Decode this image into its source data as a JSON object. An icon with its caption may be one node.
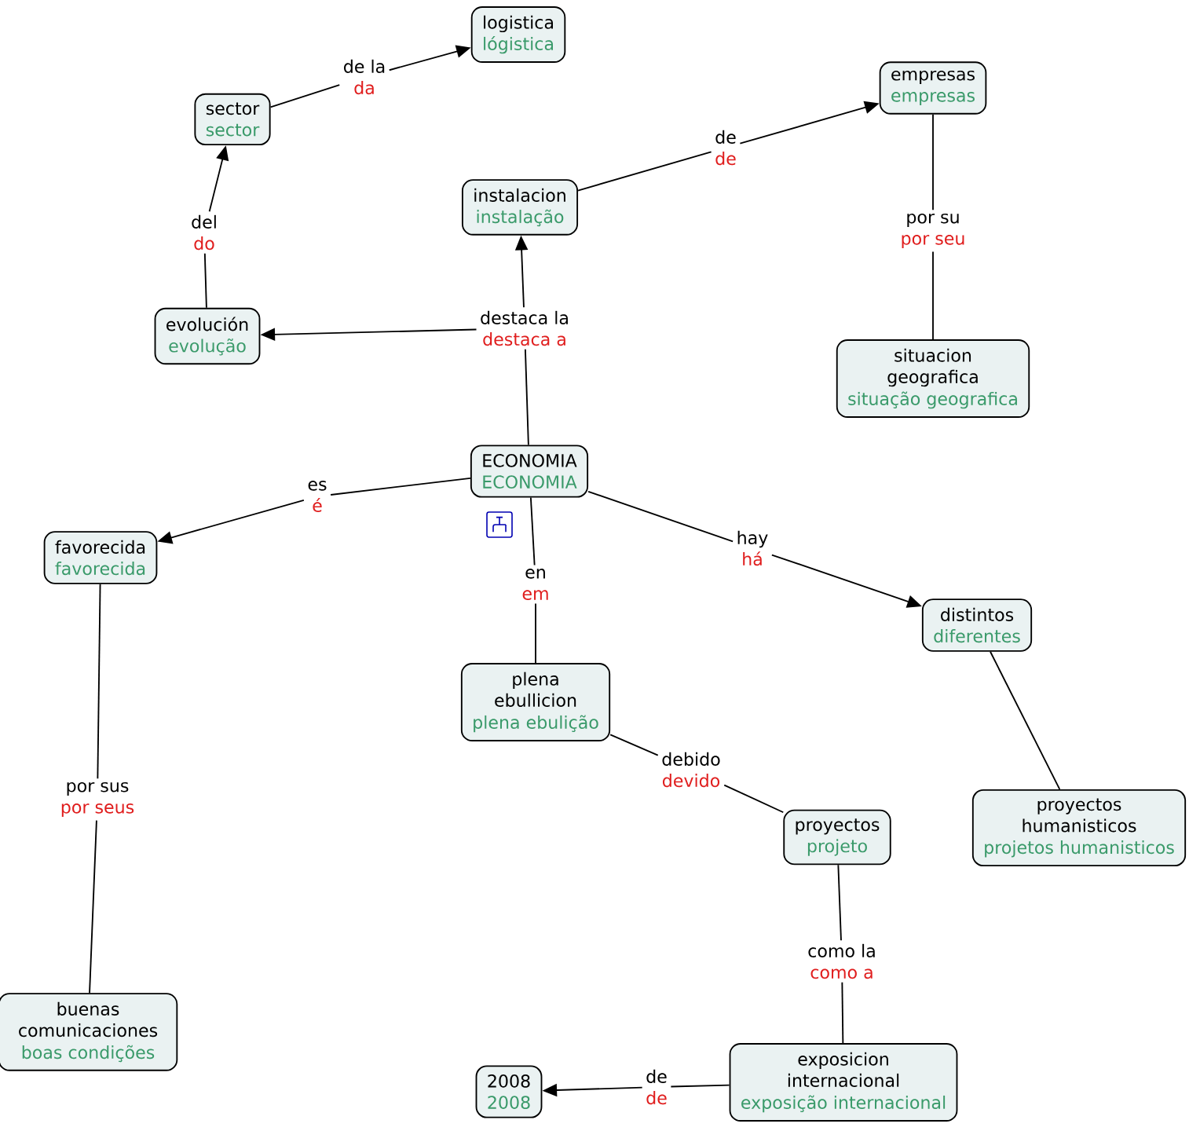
{
  "diagram": {
    "nodes": [
      {
        "text": [
          "logistica",
          "lógistica"
        ]
      },
      {
        "text": [
          "sector",
          "sector"
        ]
      },
      {
        "text": [
          "de la",
          "da"
        ]
      },
      {
        "text": [
          "empresas",
          "empresas"
        ]
      },
      {
        "text": [
          "instalacion",
          "instalação"
        ]
      },
      {
        "text": [
          "de",
          "de"
        ]
      },
      {
        "text": [
          "evolución",
          "evolução"
        ]
      },
      {
        "text": [
          "del",
          "do"
        ]
      },
      {
        "text": [
          "destaca la",
          "destaca a"
        ]
      },
      {
        "text": [
          "por su",
          "por seu"
        ]
      },
      {
        "text": [
          "situacion geografica",
          "situação geografica"
        ]
      },
      {
        "text": [
          "ECONOMIA",
          "ECONOMIA"
        ]
      },
      {
        "text": [
          "es",
          "é"
        ]
      },
      {
        "text": [
          "favorecida",
          "favorecida"
        ]
      },
      {
        "text": [
          "en",
          "em"
        ]
      },
      {
        "text": [
          "hay",
          "há"
        ]
      },
      {
        "text": [
          "distintos",
          "diferentes"
        ]
      },
      {
        "text": [
          "plena ebullicion",
          "plena ebulição"
        ]
      },
      {
        "text": [
          "por sus",
          "por seus"
        ]
      },
      {
        "text": [
          "debido",
          "devido"
        ]
      },
      {
        "text": [
          "proyectos",
          "projeto"
        ]
      },
      {
        "text": [
          "proyectos humanisticos",
          "projetos humanisticos"
        ]
      },
      {
        "text": [
          "como la",
          "como a"
        ]
      },
      {
        "text": [
          "buenas comunicaciones",
          "boas condições"
        ]
      },
      {
        "text": [
          "exposicion internacional",
          "exposição internacional"
        ]
      },
      {
        "text": [
          "2008",
          "2008"
        ]
      },
      {
        "text": [
          "de",
          "de"
        ]
      }
    ],
    "edges": [
      {
        "from": 1,
        "to": 2,
        "arrow": "none"
      },
      {
        "from": 2,
        "to": 0,
        "arrow": "to"
      },
      {
        "from": 4,
        "to": 5,
        "arrow": "none"
      },
      {
        "from": 5,
        "to": 3,
        "arrow": "to"
      },
      {
        "from": 6,
        "to": 7,
        "arrow": "none"
      },
      {
        "from": 7,
        "to": 1,
        "arrow": "to"
      },
      {
        "from": 11,
        "to": 8,
        "arrow": "none"
      },
      {
        "from": 8,
        "to": 4,
        "arrow": "to"
      },
      {
        "from": 8,
        "to": 6,
        "arrow": "to"
      },
      {
        "from": 3,
        "to": 9,
        "arrow": "none"
      },
      {
        "from": 9,
        "to": 10,
        "arrow": "none"
      },
      {
        "from": 11,
        "to": 12,
        "arrow": "none"
      },
      {
        "from": 12,
        "to": 13,
        "arrow": "to"
      },
      {
        "from": 11,
        "to": 14,
        "arrow": "none"
      },
      {
        "from": 14,
        "to": 17,
        "arrow": "none"
      },
      {
        "from": 11,
        "to": 15,
        "arrow": "none"
      },
      {
        "from": 15,
        "to": 16,
        "arrow": "to"
      },
      {
        "from": 13,
        "to": 18,
        "arrow": "none"
      },
      {
        "from": 18,
        "to": 23,
        "arrow": "none"
      },
      {
        "from": 17,
        "to": 19,
        "arrow": "none"
      },
      {
        "from": 19,
        "to": 20,
        "arrow": "none"
      },
      {
        "from": 16,
        "to": 21,
        "arrow": "none"
      },
      {
        "from": 20,
        "to": 22,
        "arrow": "none"
      },
      {
        "from": 22,
        "to": 24,
        "arrow": "none"
      },
      {
        "from": 24,
        "to": 26,
        "arrow": "none"
      },
      {
        "from": 26,
        "to": 25,
        "arrow": "to"
      }
    ]
  }
}
